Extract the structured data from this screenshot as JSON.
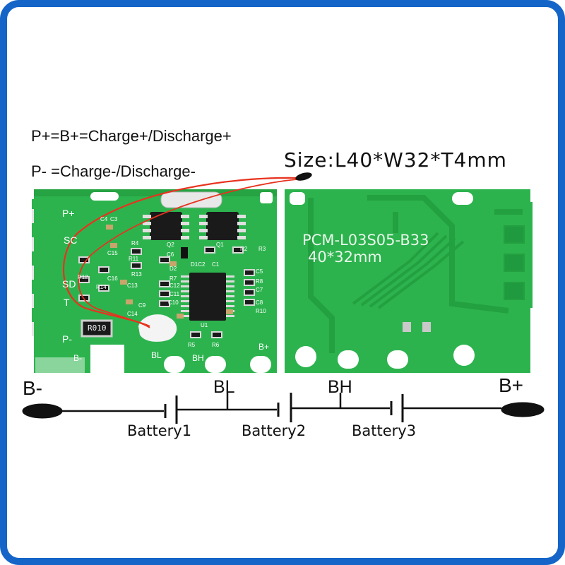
{
  "notes": {
    "line1": "P+=B+=Charge+/Discharge+",
    "line2": "P- =Charge-/Discharge-",
    "size": "Size:L40*W32*T4mm"
  },
  "board_front": {
    "pads": [
      "P+",
      "SC",
      "SD",
      "T",
      "P-"
    ],
    "bottom_labels": [
      "B-",
      "BL",
      "BH",
      "B+"
    ],
    "resistor_marking": "R010",
    "components": [
      "C4",
      "C3",
      "C15",
      "R4",
      "Q2",
      "Q1",
      "R2",
      "R3",
      "R11",
      "R12",
      "C16",
      "R13",
      "D2",
      "D1C2",
      "C1",
      "C6",
      "R14",
      "C13",
      "R7",
      "C12",
      "C11",
      "C5",
      "R8",
      "C7",
      "C9",
      "C10",
      "C14",
      "U1",
      "C8",
      "R10",
      "R5",
      "R6"
    ]
  },
  "board_back": {
    "model": "PCM-L03S05-B33",
    "dims": "40*32mm"
  },
  "schematic": {
    "b_minus": "B-",
    "b_plus": "B+",
    "bl": "BL",
    "bh": "BH",
    "battery1": "Battery1",
    "battery2": "Battery2",
    "battery3": "Battery3"
  },
  "colors": {
    "frame": "#1565c8",
    "pcb": "#2db34e",
    "pcb_dark": "#1f9a3f",
    "trace": "#27a845",
    "chip": "#1a1a1a",
    "wire": "#e8321e"
  }
}
